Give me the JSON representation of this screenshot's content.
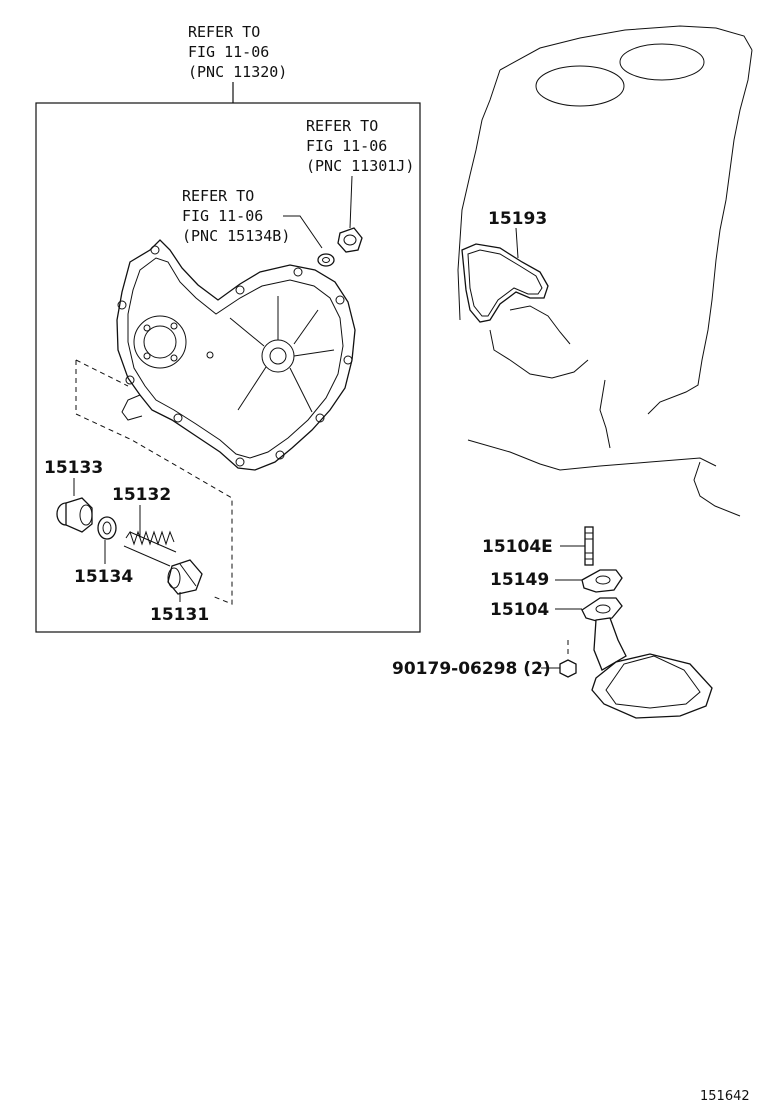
{
  "refs": [
    {
      "line1": "REFER TO",
      "line2": "FIG 11-06",
      "line3": "(PNC 11320)"
    },
    {
      "line1": "REFER TO",
      "line2": "FIG 11-06",
      "line3": "(PNC 11301J)"
    },
    {
      "line1": "REFER TO",
      "line2": "FIG 11-06",
      "line3": "(PNC 15134B)"
    }
  ],
  "parts": {
    "p15193": "15193",
    "p15133": "15133",
    "p15132": "15132",
    "p15134": "15134",
    "p15131": "15131",
    "p15104E": "15104E",
    "p15149": "15149",
    "p15104": "15104",
    "p90179": "90179-06298 (2)"
  },
  "illustration_id": "151642"
}
